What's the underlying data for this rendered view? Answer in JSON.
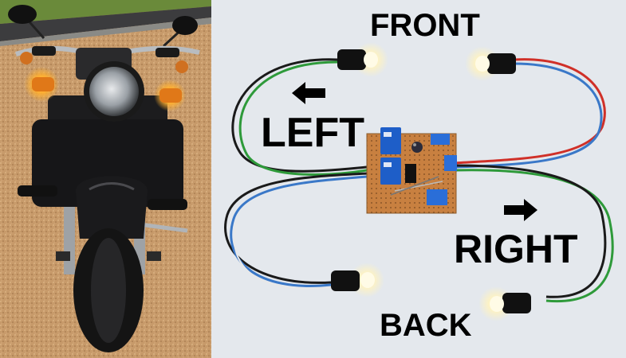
{
  "labels": {
    "front": "FRONT",
    "left": "LEFT",
    "right": "RIGHT",
    "back": "BACK"
  },
  "colors": {
    "board_background": "#e4e8ed",
    "wire_green": "#2e9a3a",
    "wire_blue": "#3a78c8",
    "wire_red": "#d03028",
    "wire_black": "#1a1a1a",
    "relay_blue": "#1e5ec8",
    "stripboard": "#c88040",
    "lamp_glow": "#fff3c0",
    "turn_signal_amber": "#ffb030"
  }
}
